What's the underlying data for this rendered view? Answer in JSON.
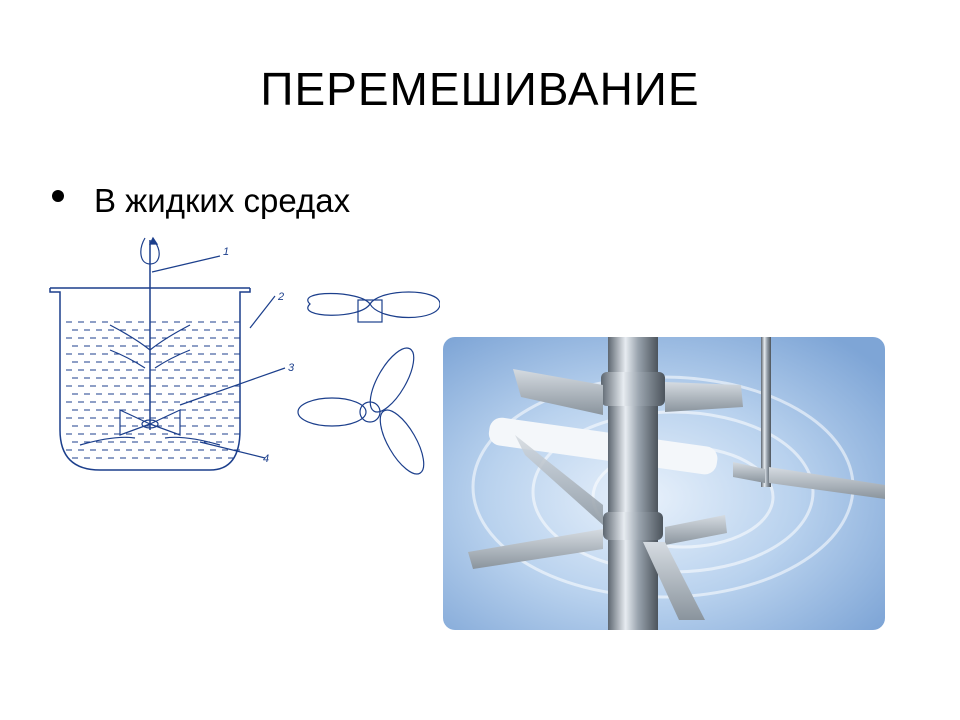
{
  "slide": {
    "title": "ПЕРЕМЕШИВАНИЕ",
    "bullets": [
      {
        "text": "В жидких средах"
      }
    ]
  },
  "diagram": {
    "callouts": [
      "1",
      "2",
      "3",
      "4"
    ],
    "line_color": "#1c3f8c"
  },
  "photo": {
    "subject": "industrial-mixer-impellers-in-liquid"
  }
}
